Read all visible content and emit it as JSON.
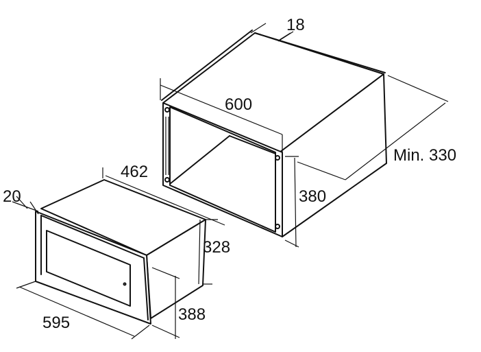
{
  "colors": {
    "line": "#111111",
    "background": "#ffffff"
  },
  "dimensions": {
    "niche_depth_panel": "18",
    "niche_width": "600",
    "niche_depth_min": "Min. 330",
    "niche_height": "380",
    "oven_depth": "462",
    "frame_thickness": "20",
    "body_height": "328",
    "oven_width": "595",
    "oven_height": "388"
  }
}
